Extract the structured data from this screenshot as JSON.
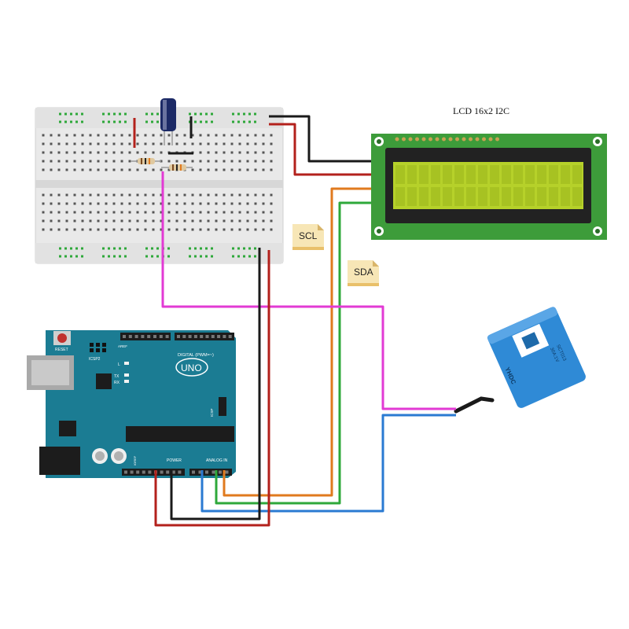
{
  "lcd": {
    "title": "LCD 16x2 I2C",
    "pin_count": 16,
    "screen_color": "#b6d12a",
    "pcb_color": "#3d9c3a"
  },
  "tags": {
    "scl": "SCL",
    "sda": "SDA"
  },
  "arduino": {
    "board_color": "#1b7c93",
    "model": "UNO",
    "reset_label": "RESET",
    "icsp2_label": "ICSP2",
    "icsp_label": "ICSP",
    "led_l": "L",
    "led_tx": "TX",
    "led_rx": "RX",
    "digital_label": "DIGITAL (PWM=~)",
    "analog_label": "ANALOG IN",
    "power_label": "POWER",
    "aref_label": "AREF",
    "ioref_label": "IOREF"
  },
  "sensor": {
    "body_color": "#2f8ad6",
    "brand": "YHDC",
    "model": "SCT013",
    "rating": "30A:1V"
  },
  "wires": {
    "red": "#b3211c",
    "black": "#1a1a1a",
    "magenta": "#e23ad4",
    "orange": "#e07a1e",
    "green": "#2ea83a",
    "blue": "#2a7ad2"
  }
}
